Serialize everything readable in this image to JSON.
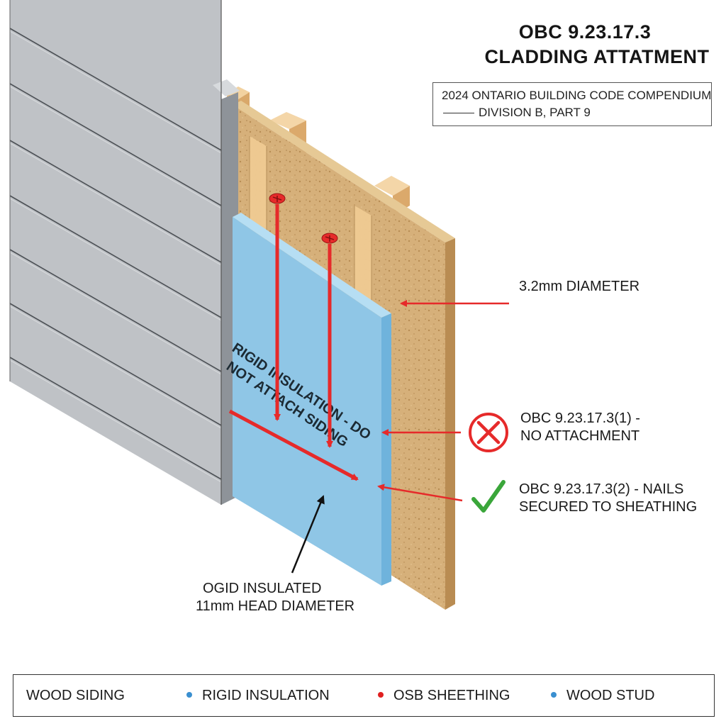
{
  "title": {
    "line1": "OBC 9.23.17.3",
    "line2": "CLADDING ATTATMENT"
  },
  "source": {
    "line1": "2024 ONTARIO BUILDING CODE COMPENDIUM",
    "line2": "DIVISION B, PART 9"
  },
  "panel_text": {
    "line1": "RIGID INSULATION - DO",
    "line2": "NOT ATTACH SIDING"
  },
  "callouts": {
    "diameter": "3.2mm DIAMETER",
    "no_attachment_line1": "OBC 9.23.17.3(1) -",
    "no_attachment_line2": "NO ATTACHMENT",
    "nails_line1": "OBC 9.23.17.3(2) - NAILS",
    "nails_line2": "SECURED TO SHEATHING",
    "bottom_line1": "OGID INSULATED",
    "bottom_line2": "11mm HEAD DIAMETER"
  },
  "legend": [
    {
      "label": "WOOD SIDING",
      "dot": ""
    },
    {
      "label": "RIGID INSULATION",
      "dot": "#3a8fd0"
    },
    {
      "label": "OSB SHEETHING",
      "dot": "#e02020"
    },
    {
      "label": "WOOD STUD",
      "dot": "#3a8fd0"
    }
  ],
  "icons": {
    "no_attachment": "x-circle-icon",
    "nails_secured": "check-icon"
  },
  "colors": {
    "siding": "#b9bcc0",
    "insulation": "#8fc6e6",
    "osb": "#d8b47c",
    "stud": "#edc48e",
    "arrow": "#e62a2a",
    "check": "#3aa63a"
  }
}
